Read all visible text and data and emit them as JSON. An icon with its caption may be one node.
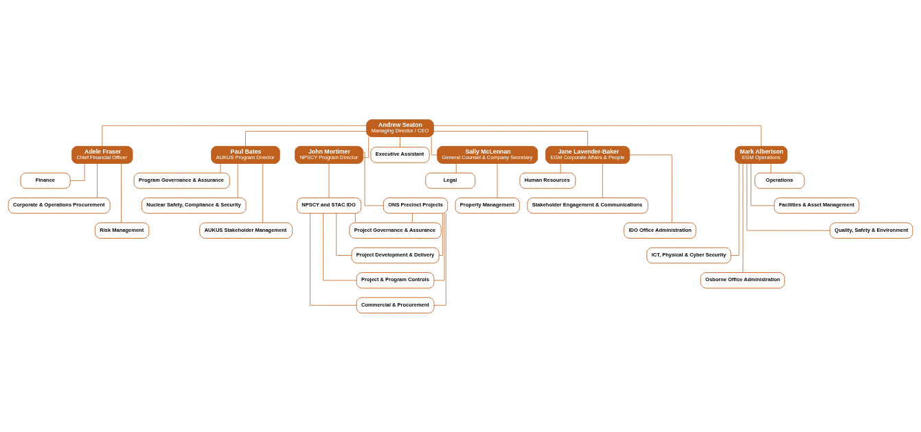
{
  "diagram": {
    "nodes": [
      {
        "text": [
          "Andrew Seaton",
          "Managing Director / CEO"
        ]
      },
      {
        "text": [
          "Adele Fraser",
          "Chief Financial Officer"
        ]
      },
      {
        "text": [
          "Paul Bates",
          "AUKUS Program Director"
        ]
      },
      {
        "text": [
          "John Mortimer",
          "NPSCY Program Director"
        ]
      },
      {
        "text": [
          "Executive Assistant"
        ]
      },
      {
        "text": [
          "Sally McLennan",
          "General Counsel & Company Secretary"
        ]
      },
      {
        "text": [
          "Jane Lavender-Baker",
          "EGM Corporate Affairs & People"
        ]
      },
      {
        "text": [
          "Mark Albertson",
          "EGM Operations"
        ]
      },
      {
        "text": [
          "Finance"
        ]
      },
      {
        "text": [
          "Corporate & Operations Procurement"
        ]
      },
      {
        "text": [
          "Risk Management"
        ]
      },
      {
        "text": [
          "Program Governance & Assurance"
        ]
      },
      {
        "text": [
          "Nuclear Safety, Compliance & Security"
        ]
      },
      {
        "text": [
          "AUKUS Stakeholder Management"
        ]
      },
      {
        "text": [
          "NPSCY and STAC IDO"
        ]
      },
      {
        "text": [
          "ONS Precinct Projects"
        ]
      },
      {
        "text": [
          "Project Governance & Assurance"
        ]
      },
      {
        "text": [
          "Project Development & Delivery"
        ]
      },
      {
        "text": [
          "Project & Program Controls"
        ]
      },
      {
        "text": [
          "Commercial & Procurement"
        ]
      },
      {
        "text": [
          "Legal"
        ]
      },
      {
        "text": [
          "Property Management"
        ]
      },
      {
        "text": [
          "Human Resources"
        ]
      },
      {
        "text": [
          "Stakeholder Engagement & Communications"
        ]
      },
      {
        "text": [
          "IDO Office Administration"
        ]
      },
      {
        "text": [
          "Operations"
        ]
      },
      {
        "text": [
          "Facilities & Asset Management"
        ]
      },
      {
        "text": [
          "Quality, Safety & Environment"
        ]
      },
      {
        "text": [
          "ICT, Physical & Cyber Security"
        ]
      },
      {
        "text": [
          "Osborne Office Administration"
        ]
      }
    ],
    "edges": [
      {
        "from": 0,
        "to": 1,
        "arrow": "none"
      },
      {
        "from": 0,
        "to": 2,
        "arrow": "none"
      },
      {
        "from": 0,
        "to": 3,
        "arrow": "none"
      },
      {
        "from": 0,
        "to": 4,
        "arrow": "none"
      },
      {
        "from": 0,
        "to": 5,
        "arrow": "none"
      },
      {
        "from": 0,
        "to": 6,
        "arrow": "none"
      },
      {
        "from": 0,
        "to": 7,
        "arrow": "none"
      },
      {
        "from": 1,
        "to": 8,
        "arrow": "none"
      },
      {
        "from": 1,
        "to": 9,
        "arrow": "none"
      },
      {
        "from": 1,
        "to": 10,
        "arrow": "none"
      },
      {
        "from": 2,
        "to": 11,
        "arrow": "none"
      },
      {
        "from": 2,
        "to": 12,
        "arrow": "none"
      },
      {
        "from": 2,
        "to": 13,
        "arrow": "none"
      },
      {
        "from": 3,
        "to": 14,
        "arrow": "none"
      },
      {
        "from": 3,
        "to": 15,
        "arrow": "none"
      },
      {
        "from": 14,
        "to": 16,
        "arrow": "none"
      },
      {
        "from": 14,
        "to": 17,
        "arrow": "none"
      },
      {
        "from": 14,
        "to": 18,
        "arrow": "none"
      },
      {
        "from": 14,
        "to": 19,
        "arrow": "none"
      },
      {
        "from": 15,
        "to": 16,
        "arrow": "none"
      },
      {
        "from": 15,
        "to": 17,
        "arrow": "none"
      },
      {
        "from": 15,
        "to": 18,
        "arrow": "none"
      },
      {
        "from": 15,
        "to": 19,
        "arrow": "none"
      },
      {
        "from": 5,
        "to": 20,
        "arrow": "none"
      },
      {
        "from": 5,
        "to": 21,
        "arrow": "none"
      },
      {
        "from": 6,
        "to": 22,
        "arrow": "none"
      },
      {
        "from": 6,
        "to": 23,
        "arrow": "none"
      },
      {
        "from": 6,
        "to": 24,
        "arrow": "none"
      },
      {
        "from": 7,
        "to": 25,
        "arrow": "none"
      },
      {
        "from": 7,
        "to": 26,
        "arrow": "none"
      },
      {
        "from": 7,
        "to": 27,
        "arrow": "none"
      },
      {
        "from": 7,
        "to": 28,
        "arrow": "none"
      },
      {
        "from": 7,
        "to": 29,
        "arrow": "none"
      }
    ]
  }
}
